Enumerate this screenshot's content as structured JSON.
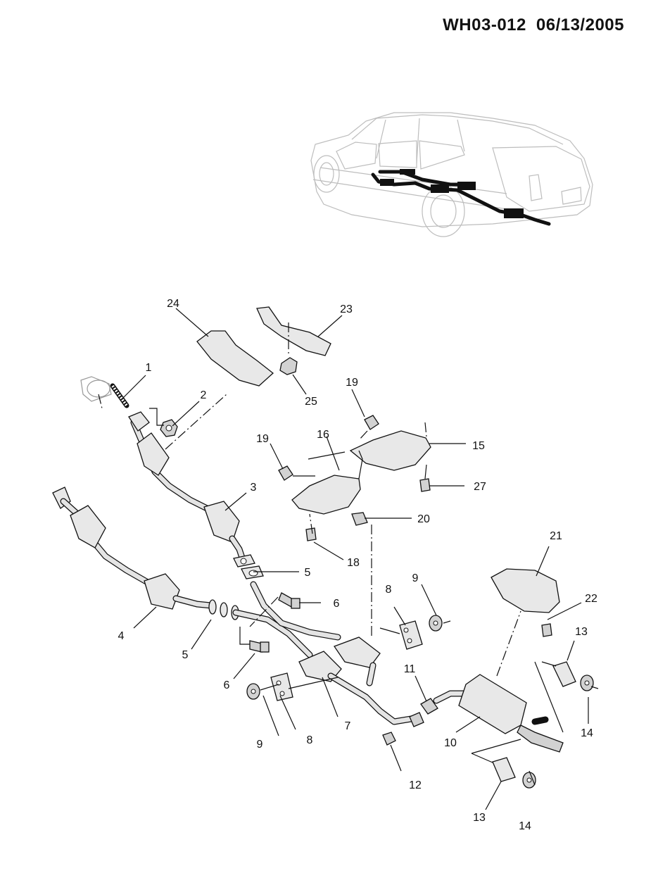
{
  "header": {
    "code": "WH03-012",
    "date": "06/13/2005"
  },
  "callouts": [
    {
      "id": "c1",
      "text": "1"
    },
    {
      "id": "c2",
      "text": "2"
    },
    {
      "id": "c3",
      "text": "3"
    },
    {
      "id": "c4",
      "text": "4"
    },
    {
      "id": "c5a",
      "text": "5"
    },
    {
      "id": "c5b",
      "text": "5"
    },
    {
      "id": "c6a",
      "text": "6"
    },
    {
      "id": "c6b",
      "text": "6"
    },
    {
      "id": "c7",
      "text": "7"
    },
    {
      "id": "c8a",
      "text": "8"
    },
    {
      "id": "c8b",
      "text": "8"
    },
    {
      "id": "c9a",
      "text": "9"
    },
    {
      "id": "c9b",
      "text": "9"
    },
    {
      "id": "c10",
      "text": "10"
    },
    {
      "id": "c11",
      "text": "11"
    },
    {
      "id": "c12",
      "text": "12"
    },
    {
      "id": "c13a",
      "text": "13"
    },
    {
      "id": "c13b",
      "text": "13"
    },
    {
      "id": "c14a",
      "text": "14"
    },
    {
      "id": "c14b",
      "text": "14"
    },
    {
      "id": "c15",
      "text": "15"
    },
    {
      "id": "c16",
      "text": "16"
    },
    {
      "id": "c18",
      "text": "18"
    },
    {
      "id": "c19a",
      "text": "19"
    },
    {
      "id": "c19b",
      "text": "19"
    },
    {
      "id": "c20",
      "text": "20"
    },
    {
      "id": "c21",
      "text": "21"
    },
    {
      "id": "c22",
      "text": "22"
    },
    {
      "id": "c23",
      "text": "23"
    },
    {
      "id": "c24",
      "text": "24"
    },
    {
      "id": "c25",
      "text": "25"
    },
    {
      "id": "c27",
      "text": "27"
    }
  ]
}
